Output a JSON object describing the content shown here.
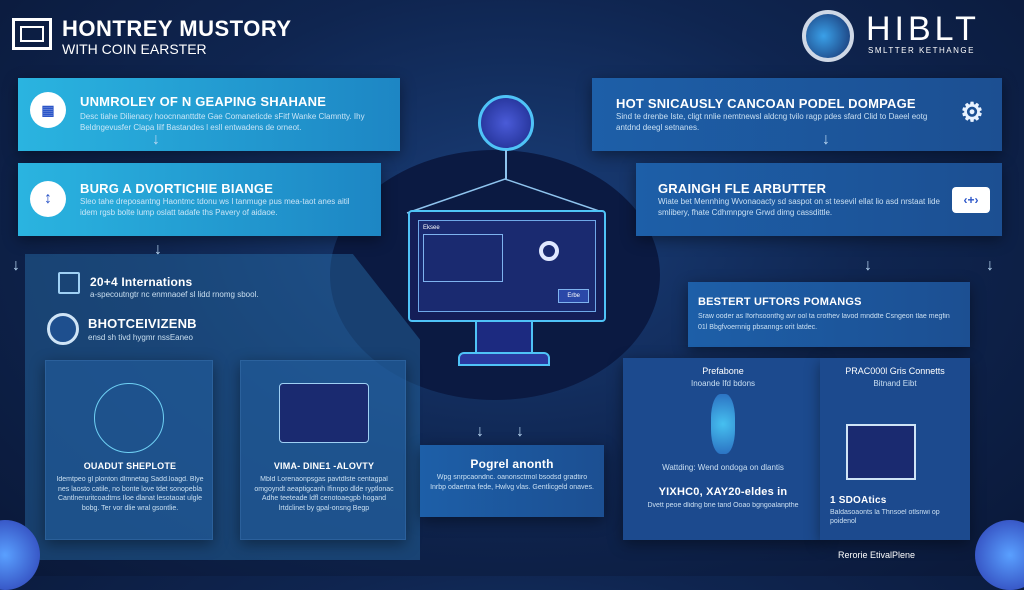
{
  "header": {
    "title": "HONTREY MUSTORY",
    "subtitle": "WITH COIN EARSTER"
  },
  "brand": {
    "name": "HIBLT",
    "tagline": "SMLTTER KETHANGE"
  },
  "top_left_cards": [
    {
      "title": "UNMROLEY OF N GEAPING SHAHANE",
      "body": "Desc tiahe Dilienacy hoocnnanttdte Gae Comaneticde sFitf Wanke Clamntty. Ihy Beldngevusfer Clapa lilf Bastandes l esll entwadens de orneot."
    },
    {
      "title": "BURG A DVORTICHIE BIANGE",
      "body": "Sleo tahe dreposantng Haontmc tdonu ws I tanmuge pus mea-taot anes aitil idem rgsb bolte lump oslatt tadafe ths Pavery of aidaoe."
    }
  ],
  "top_right_cards": [
    {
      "title": "HOT SNICAUSLY CANCOAN PODEL DOMPAGE",
      "body": "Sind te drenbe Iste, cligt nnlie nemtnewsl aldcng tvilo ragp pdes sfard Clid to Daeel eotg antdnd deegl setnanes."
    },
    {
      "title": "GRAINGH FLE ARBUTTER",
      "body": "Wiate bet Mennhing Wvonaoacty sd saspot on st tesevil ellat lio asd nrstaat lide smlibery, fhate Cdhmnpgre Grwd dimg cassdittle."
    }
  ],
  "left_panel": {
    "items": [
      {
        "title": "20+4 Internations",
        "body": "a-specoutngtr nc enmnaoef sl lidd rnomg sbool."
      },
      {
        "title": "BHOTCEIVIZENB",
        "body": "ensd sh tivd hygmr nssEaneo"
      }
    ],
    "cards": [
      {
        "title": "OUADUT SHEPLOTE",
        "body": "Idemtpeo gl plonton dlmnetag Sadd.loagd. Blye nes laosto catile, no bonte love tdet sonopebla Cantlneruritcoadtms Iloe dlanat lesotaoat ulgle bobg. Ter vor dlie wral gsontlie."
      },
      {
        "title": "VIMA- DINE1 -ALOVTY",
        "body": "Mbld Lorenaonpsgas pavtdlste centagpal omgoyndt aeaptigcanh Ifinnpo dlde ryptlonac Adhe teeteade ldfl cenotoaegpb hogand lrtdclinet by gpal-onsng Begp"
      }
    ]
  },
  "center": {
    "screen_label": "Eksee",
    "popup_label": "Erbe"
  },
  "mid_card": {
    "title": "Pogrel anonth",
    "body": "Wpg snrpcaondnc. oanonsctmol bsodsd gradtiro Inrbp odaertna fede, Hwlvg vlas. Gentlicgeld onaves."
  },
  "right_panel": {
    "title": "BESTERT UFTORS POMANGS",
    "body": "Sraw ooder as Iforhsoonthg avr ool ta crothev lavod mnddte Csngeon tlae megfin 01l Bbgfvoernnig pbsanngs orit latdec."
  },
  "right_cards": [
    {
      "title": "Prefabone",
      "subtitle": "Inoande Ifd bdons",
      "caption": "Wattding: Wend ondoga on dlantis",
      "stat": "YIXHC0, XAY20-eldes in",
      "body": "Dvett peoe dlidng bne tand Ooao bgngoalanpthe"
    },
    {
      "title": "PRAC000l Gris Connetts",
      "subtitle": "Bitnand Eibt",
      "stat": "1 SDOAtics",
      "body": "Baldasoaonts la Thnsoel otlsnwi op poidenol"
    }
  ],
  "footer": {
    "label": "Rerorie EtivalPlene"
  },
  "colors": {
    "bg": "#0f2550",
    "cyan": "#2ab4e0",
    "blue": "#1d5fa8",
    "accent": "#4fc3f7"
  }
}
